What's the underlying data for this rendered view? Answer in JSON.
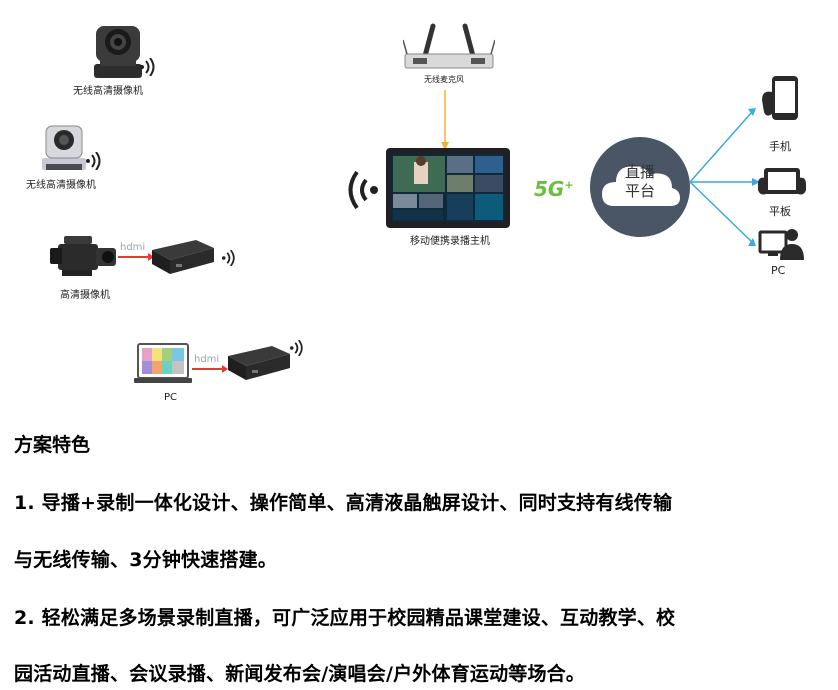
{
  "devices": {
    "ptz_camera_1_label": "无线高清摄像机",
    "ptz_camera_2_label": "无线高清摄像机",
    "hd_camera_label": "高清摄像机",
    "pc_label": "PC",
    "hdmi_label_1": "hdmi",
    "hdmi_label_2": "hdmi",
    "microphone_label": "无线麦克风",
    "host_label": "移动便携录播主机",
    "network_label": "5G",
    "platform_line1": "直播",
    "platform_line2": "平台",
    "phone_label": "手机",
    "tablet_label": "平板",
    "client_pc_label": "PC"
  },
  "features": {
    "title": "方案特色",
    "line1": "1. 导播+录制一体化设计、操作简单、高清液晶触屏设计、同时支持有线传输",
    "line2": "与无线传输、3分钟快速搭建。",
    "line3": "2. 轻松满足多场景录制直播，可广泛应用于校园精品课堂建设、互动教学、校",
    "line4": "园活动直播、会议录播、新闻发布会/演唱会/户外体育运动等场合。"
  },
  "colors": {
    "hdmi_arrow": "#e53935",
    "mic_arrow": "#f2b233",
    "distribution_lines": "#39a9e0",
    "cloud": "#4a5566",
    "network_green": "#6cbf3d"
  }
}
